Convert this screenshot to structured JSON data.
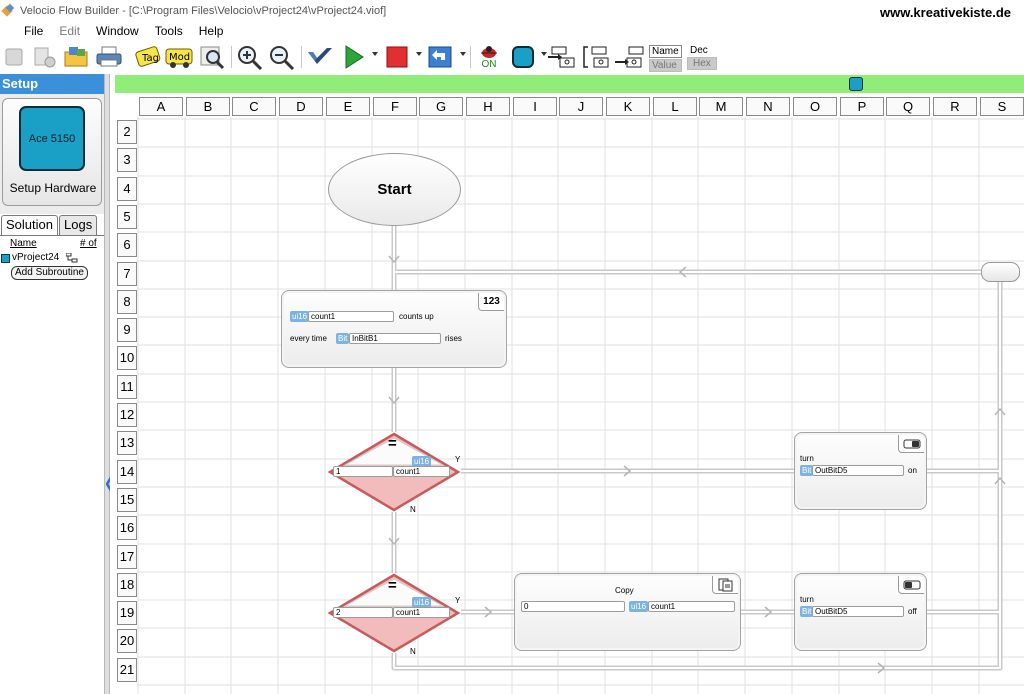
{
  "window": {
    "title": "Velocio Flow Builder - [C:\\Program Files\\Velocio\\vProject24\\vProject24.viof]",
    "watermark": "www.kreativekiste.de"
  },
  "menu": [
    "File",
    "Edit",
    "Window",
    "Tools",
    "Help"
  ],
  "menu_disabled": [
    false,
    true,
    false,
    false,
    false
  ],
  "toolbar": {
    "tag_label": "Tag",
    "mod_label": "Mod",
    "on_label": "ON",
    "name_label": "Name",
    "value_label": "Value",
    "dec_label": "Dec",
    "hex_label": "Hex",
    "icons": [
      "new-project-icon",
      "add-file-icon",
      "open-folder-icon",
      "print-icon",
      "tag-icon",
      "mod-icon",
      "inspect-icon",
      "zoom-in-icon",
      "zoom-out-icon",
      "program-download-icon",
      "run-icon",
      "stop-icon",
      "step-back-icon",
      "debug-on-icon",
      "shape-select-icon",
      "subroutine-1-icon",
      "subroutine-2-icon",
      "subroutine-3-icon"
    ]
  },
  "colors": {
    "accent": "#3c8fd9",
    "chip": "#1a9fc6",
    "green_bar": "#90ed7a",
    "decision_fill": "#f2b8b8",
    "decision_border": "#c55a5a",
    "tag": "#7db3e0"
  },
  "left_panel": {
    "header": "Setup",
    "hardware_model": "Ace 5150",
    "hardware_label": "Setup Hardware",
    "tabs": [
      "Solution",
      "Logs"
    ],
    "active_tab": "Solution",
    "col_name": "Name",
    "col_count": "# of",
    "project_name": "vProject24",
    "add_subroutine": "Add Subroutine"
  },
  "grid": {
    "columns": [
      "A",
      "B",
      "C",
      "D",
      "E",
      "F",
      "G",
      "H",
      "I",
      "J",
      "K",
      "L",
      "M",
      "N",
      "O",
      "P",
      "Q",
      "R",
      "S"
    ],
    "rows": [
      "2",
      "3",
      "4",
      "5",
      "6",
      "7",
      "8",
      "9",
      "10",
      "11",
      "12",
      "13",
      "14",
      "15",
      "16",
      "17",
      "18",
      "19",
      "20",
      "21"
    ]
  },
  "flow": {
    "start": "Start",
    "counter": {
      "icon": "123",
      "var_type": "ui16",
      "var_name": "count1",
      "counts_text": "counts up",
      "every_text": "every time",
      "bit_type": "Bit",
      "bit_name": "InBitB1",
      "rises_text": "rises"
    },
    "decision1": {
      "op": "=",
      "left": "1",
      "type": "ui16",
      "right": "count1",
      "yes": "Y",
      "no": "N"
    },
    "decision2": {
      "op": "=",
      "left": "2",
      "type": "ui16",
      "right": "count1",
      "yes": "Y",
      "no": "N"
    },
    "turn_on": {
      "title": "turn",
      "bit_type": "Bit",
      "bit_name": "OutBitD5",
      "state": "on"
    },
    "turn_off": {
      "title": "turn",
      "bit_type": "Bit",
      "bit_name": "OutBitD5",
      "state": "off"
    },
    "copy": {
      "title": "Copy",
      "source": "0",
      "type": "ui16",
      "dest": "count1"
    }
  }
}
